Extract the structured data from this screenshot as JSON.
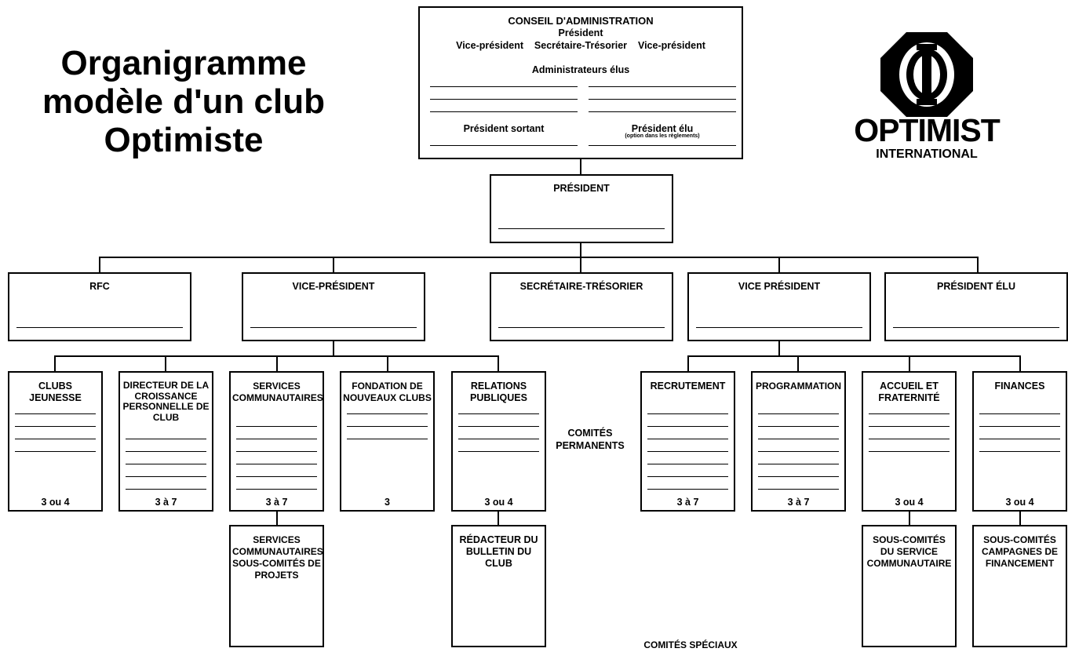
{
  "title": "Organigramme modèle d'un club Optimiste",
  "logo": {
    "wordmark": "OPTIMIST",
    "sub": "INTERNATIONAL",
    "registered": "®"
  },
  "board": {
    "title": "CONSEIL D'ADMINISTRATION",
    "president": "Président",
    "vp1": "Vice-président",
    "sec": "Secrétaire-Trésorier",
    "vp2": "Vice-président",
    "elected": "Administrateurs élus",
    "past": "Président sortant",
    "elect": "Président élu",
    "elect_note": "(option dans les règlements)"
  },
  "president_box": {
    "label": "PRÉSIDENT"
  },
  "officers": [
    {
      "label": "RFC"
    },
    {
      "label": "VICE-PRÉSIDENT"
    },
    {
      "label": "SECRÉTAIRE-TRÉSORIER"
    },
    {
      "label": "VICE PRÉSIDENT"
    },
    {
      "label": "PRÉSIDENT ÉLU"
    }
  ],
  "committees": [
    {
      "label": "CLUBS JEUNESSE",
      "size": "3 ou 4"
    },
    {
      "label": "DIRECTEUR DE LA CROISSANCE PERSONNELLE DE CLUB",
      "size": "3 à 7"
    },
    {
      "label": "SERVICES COMMUNAUTAIRES",
      "size": "3 à 7"
    },
    {
      "label": "FONDATION DE NOUVEAUX CLUBS",
      "size": "3"
    },
    {
      "label": "RELATIONS PUBLIQUES",
      "size": "3 ou 4"
    },
    {
      "label": "RECRUTEMENT",
      "size": "3 à 7"
    },
    {
      "label": "PROGRAMMATION",
      "size": "3 à 7"
    },
    {
      "label": "ACCUEIL ET FRATERNITÉ",
      "size": "3 ou 4"
    },
    {
      "label": "FINANCES",
      "size": "3 ou 4"
    }
  ],
  "permanent_label": "COMITÉS PERMANENTS",
  "special": [
    {
      "label": "SERVICES COMMUNAUTAIRES SOUS-COMITÉS DE PROJETS"
    },
    {
      "label": "RÉDACTEUR DU BULLETIN DU CLUB"
    },
    {
      "label": "SOUS-COMITÉS DU SERVICE COMMUNAUTAIRE"
    },
    {
      "label": "SOUS-COMITÉS CAMPAGNES DE FINANCEMENT"
    }
  ],
  "special_label": "COMITÉS SPÉCIAUX"
}
